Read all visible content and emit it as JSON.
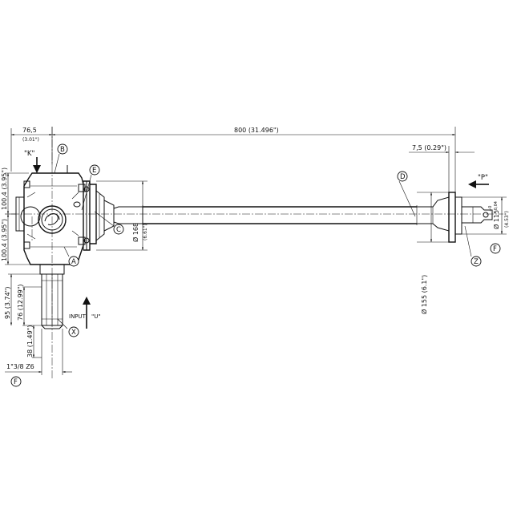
{
  "dimensions": {
    "width_765": "76,5",
    "width_765_in": "(3.01\")",
    "length_800": "800 (31.496\")",
    "offset_75": "7,5 (0.29\")",
    "height_upper": "100,4 (3.95\")",
    "height_lower": "100,4 (3.95\")",
    "dia_168": "Ø 168",
    "dia_168_in": "(6.61\")",
    "dia_155": "Ø 155 (6.1\")",
    "dia_115": "Ø 115",
    "tol_115_upper": "+0",
    "tol_115_lower": "-0,04",
    "dia_115_in": "(4.53\")",
    "len_95": "95 (3.74\")",
    "len_76": "76 (12.99\")",
    "len_38": "38 (1.49\")",
    "spline": "1\"3/8 Z6"
  },
  "labels": {
    "k_view": "\"K\"",
    "p_view": "\"P\"",
    "input": "INPUT",
    "u_view": "\"U\""
  },
  "callouts": {
    "a": "A",
    "b": "B",
    "c": "C",
    "d": "D",
    "e": "E",
    "f_left": "F",
    "f_right": "F",
    "x": "X",
    "z": "Z"
  }
}
